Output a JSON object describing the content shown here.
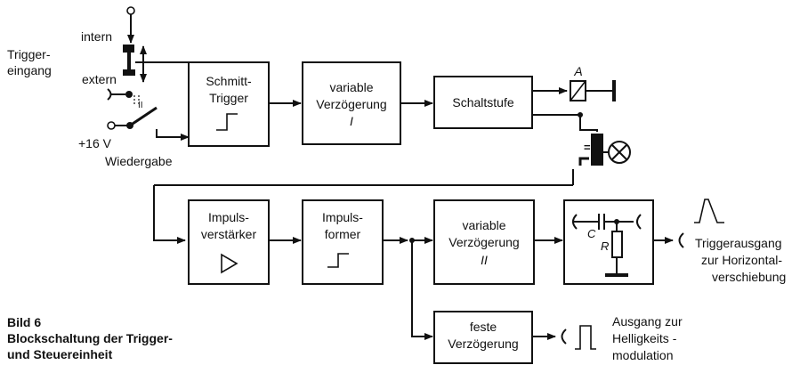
{
  "figure": {
    "number": "Bild 6",
    "caption_line1": "Blockschaltung der Trigger-",
    "caption_line2": "und Steuereinheit"
  },
  "input": {
    "label_line1": "Trigger-",
    "label_line2": "eingang",
    "intern": "intern",
    "extern": "extern",
    "voltage": "+16 V",
    "playback": "Wiedergabe",
    "switch_mark": "II"
  },
  "blocks": {
    "schmitt_line1": "Schmitt-",
    "schmitt_line2": "Trigger",
    "delay1_line1": "variable",
    "delay1_line2": "Verzögerung",
    "delay1_line3": "I",
    "switching_stage": "Schaltstufe",
    "amp_line1": "Impuls-",
    "amp_line2": "verstärker",
    "shaper_line1": "Impuls-",
    "shaper_line2": "former",
    "delay2_line1": "variable",
    "delay2_line2": "Verzögerung",
    "delay2_line3": "II",
    "fixed_line1": "feste",
    "fixed_line2": "Verzögerung",
    "cap_label": "C",
    "res_label": "R",
    "relay_label": "A",
    "relay_coil_mark": "="
  },
  "outputs": {
    "trigger_line1": "Triggerausgang",
    "trigger_line2": "zur Horizontal-",
    "trigger_line3": "verschiebung",
    "brightness_line1": "Ausgang zur",
    "brightness_line2": "Helligkeits -",
    "brightness_line3": "modulation"
  }
}
